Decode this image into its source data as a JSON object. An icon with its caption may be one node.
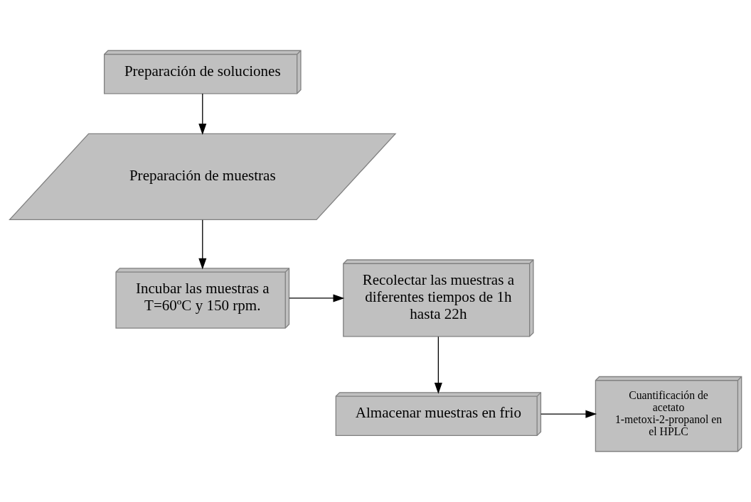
{
  "diagram": {
    "nodes": [
      {
        "text": [
          "Preparación de soluciones"
        ]
      },
      {
        "text": [
          "Preparación de muestras"
        ]
      },
      {
        "text": [
          "Incubar las muestras a T=60ºC y 150 rpm."
        ]
      },
      {
        "text": [
          "Recolectar las muestras a diferentes tiempos de 1h hasta 22h"
        ]
      },
      {
        "text": [
          "Almacenar muestras en frio"
        ]
      },
      {
        "text": [
          "Cuantificación de acetato 1-metoxi-2-propanol en el HPLC"
        ]
      }
    ],
    "edges": [
      {
        "from": 0,
        "to": 1,
        "arrow": "to"
      },
      {
        "from": 1,
        "to": 2,
        "arrow": "to"
      },
      {
        "from": 2,
        "to": 3,
        "arrow": "to"
      },
      {
        "from": 3,
        "to": 4,
        "arrow": "to"
      },
      {
        "from": 4,
        "to": 5,
        "arrow": "to"
      }
    ]
  }
}
